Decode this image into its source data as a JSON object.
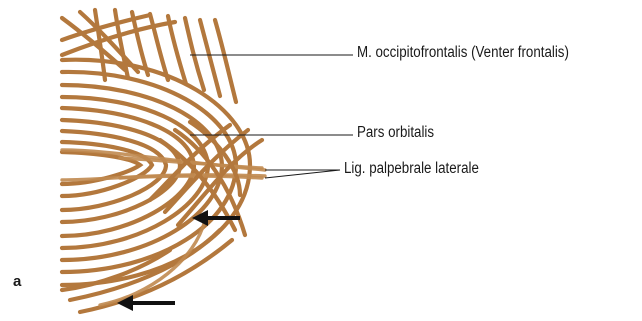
{
  "figure": {
    "panel_letter": "a",
    "labels": {
      "occipitofrontalis": "M. occipitofrontalis (Venter frontalis)",
      "pars_orbitalis": "Pars orbitalis",
      "lig_palpebrale": "Lig. palpebrale laterale"
    },
    "colors": {
      "muscle_fiber": "#b3783d",
      "leader_line": "#1a1a1a",
      "arrow": "#111111"
    },
    "arrow_count": 2
  }
}
